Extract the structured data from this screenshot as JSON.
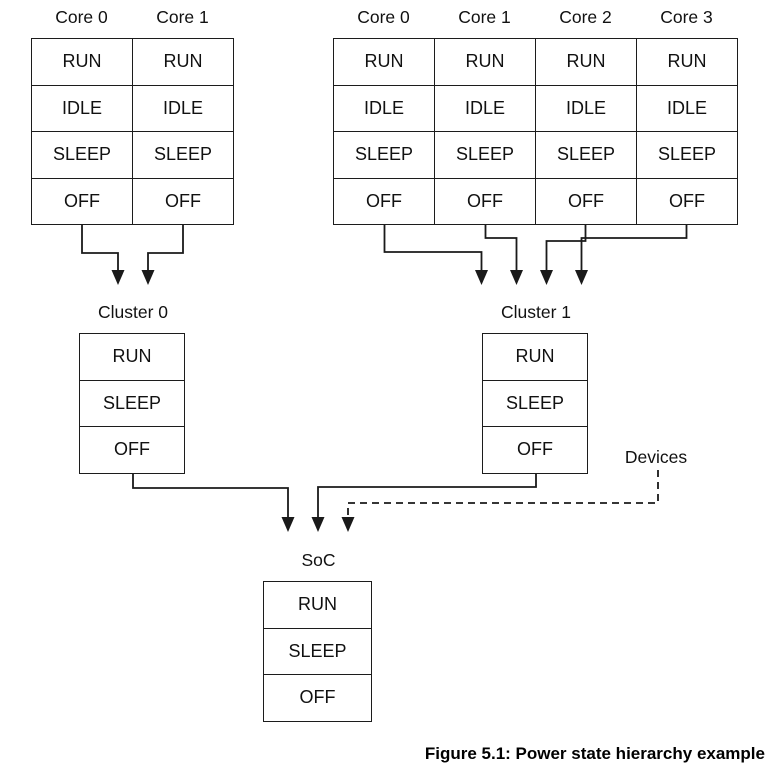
{
  "diagram": {
    "core_groups": [
      {
        "headers": [
          "Core 0",
          "Core 1"
        ],
        "states": [
          "RUN",
          "IDLE",
          "SLEEP",
          "OFF"
        ]
      },
      {
        "headers": [
          "Core 0",
          "Core 1",
          "Core 2",
          "Core 3"
        ],
        "states": [
          "RUN",
          "IDLE",
          "SLEEP",
          "OFF"
        ]
      }
    ],
    "cluster_groups": [
      {
        "label": "Cluster 0",
        "states": [
          "RUN",
          "SLEEP",
          "OFF"
        ]
      },
      {
        "label": "Cluster 1",
        "states": [
          "RUN",
          "SLEEP",
          "OFF"
        ]
      }
    ],
    "soc_group": {
      "label": "SoC",
      "states": [
        "RUN",
        "SLEEP",
        "OFF"
      ]
    },
    "devices_label": "Devices",
    "caption": "Figure 5.1: Power state hierarchy example",
    "colors": {
      "line": "#1a1a1a",
      "text": "#111111",
      "caption_text": "#000000",
      "background": "#ffffff"
    }
  }
}
